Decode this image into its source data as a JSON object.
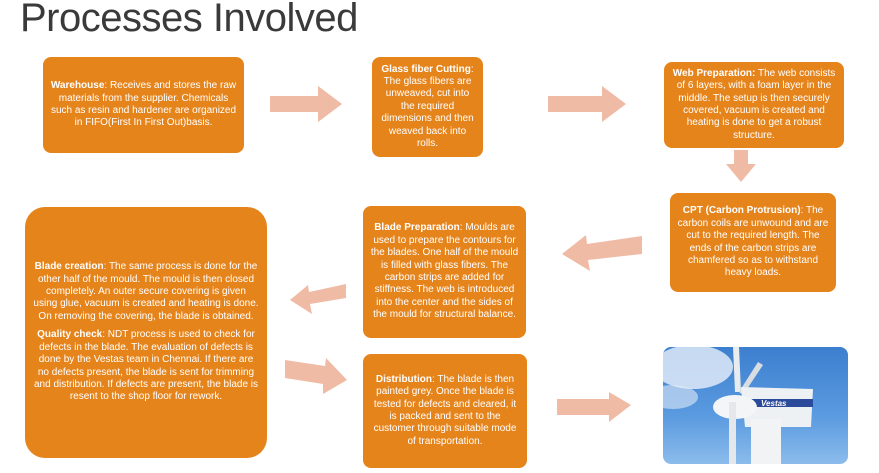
{
  "title": "Processes Involved",
  "steps": {
    "warehouse": {
      "label": "Warehouse",
      "text": ": Receives and stores the raw materials from the supplier. Chemicals such as resin and hardener are organized in FIFO(First In First Out)basis."
    },
    "glass": {
      "label": "Glass fiber Cutting",
      "text": ": The glass fibers are unweaved, cut into the required dimensions and then weaved back into rolls."
    },
    "web": {
      "label": "Web Preparation:",
      "text": " The web consists of 6 layers, with a foam layer in the middle. The setup is then securely covered, vacuum is created and heating is done to get a robust structure."
    },
    "cpt": {
      "label": "CPT (Carbon Protrusion)",
      "text": ": The carbon coils are unwound and are cut to the required length. The ends of the carbon strips are chamfered so as to withstand heavy loads."
    },
    "prep": {
      "label": "Blade Preparation",
      "text": ": Moulds are used to prepare the contours for the blades. One half of the mould is filled with glass fibers. The carbon strips are added for stiffness. The web is introduced into the center and the sides of the mould for structural balance."
    },
    "creation": {
      "label": "Blade creation",
      "text": ": The same process is done for the other half of the mould. The mould is then closed completely. An outer secure covering is given using glue, vacuum is created and heating is done. On removing the covering, the blade is obtained."
    },
    "quality": {
      "label": "Quality check",
      "text": ": NDT process is used to check for defects in the blade. The evaluation of defects is done by the Vestas team in Chennai. If there are no defects present, the blade is sent for trimming and distribution. If defects are present, the blade is resent to the shop floor for rework."
    },
    "distribution": {
      "label": "Distribution",
      "text": ": The blade is then painted grey. Once the blade is tested for defects and cleared, it is packed and sent to the customer through suitable mode of transportation."
    }
  },
  "photo": {
    "brand": "Vestas"
  },
  "colors": {
    "box": "#E6841C",
    "arrow": "#EFBBA5"
  }
}
